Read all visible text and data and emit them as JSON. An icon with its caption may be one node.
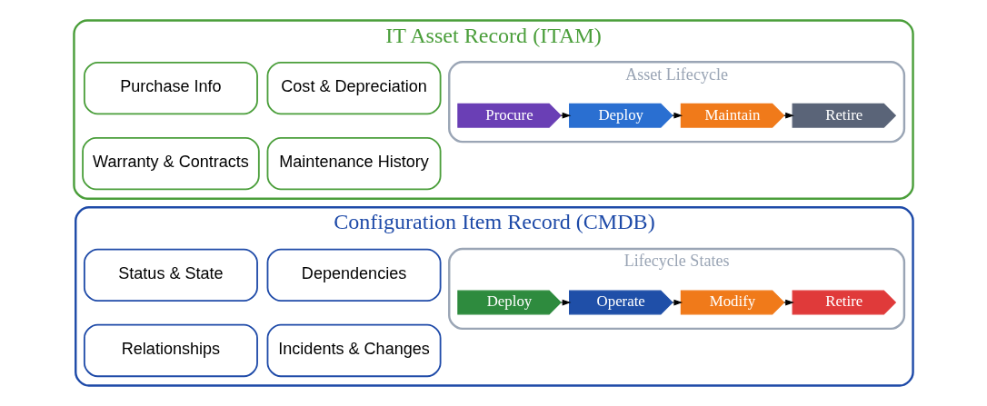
{
  "diagram": {
    "nodes": [
      {
        "text": [
          "Configuration Item Record (CMDB)"
        ]
      },
      {
        "text": [
          "Status & State"
        ],
        "in": 0
      },
      {
        "text": [
          "Relationships"
        ],
        "in": 0
      },
      {
        "text": [
          "Dependencies"
        ],
        "in": 0
      },
      {
        "text": [
          "Incidents & Changes"
        ],
        "in": 0
      },
      {
        "text": [
          "Lifecycle States"
        ],
        "in": 0
      },
      {
        "text": [
          "Deploy"
        ],
        "in": 5
      },
      {
        "text": [
          "Operate"
        ],
        "in": 5
      },
      {
        "text": [
          "Modify"
        ],
        "in": 5
      },
      {
        "text": [
          "Retire"
        ],
        "in": 5
      },
      {
        "text": [
          "IT Asset Record (ITAM)"
        ]
      },
      {
        "text": [
          "Purchase Info"
        ],
        "in": 10
      },
      {
        "text": [
          "Warranty & Contracts"
        ],
        "in": 10
      },
      {
        "text": [
          "Cost & Depreciation"
        ],
        "in": 10
      },
      {
        "text": [
          "Maintenance History"
        ],
        "in": 10
      },
      {
        "text": [
          "Asset Lifecycle"
        ],
        "in": 10
      },
      {
        "text": [
          "Procure"
        ],
        "in": 15
      },
      {
        "text": [
          "Deploy"
        ],
        "in": 15
      },
      {
        "text": [
          "Maintain"
        ],
        "in": 15
      },
      {
        "text": [
          "Retire"
        ],
        "in": 15
      }
    ],
    "edges": [
      {
        "from": 6,
        "to": 7,
        "arrow": "to"
      },
      {
        "from": 7,
        "to": 8,
        "arrow": "to"
      },
      {
        "from": 8,
        "to": 9,
        "arrow": "to"
      },
      {
        "from": 16,
        "to": 17,
        "arrow": "to"
      },
      {
        "from": 17,
        "to": 18,
        "arrow": "to"
      },
      {
        "from": 18,
        "to": 19,
        "arrow": "to"
      }
    ]
  }
}
